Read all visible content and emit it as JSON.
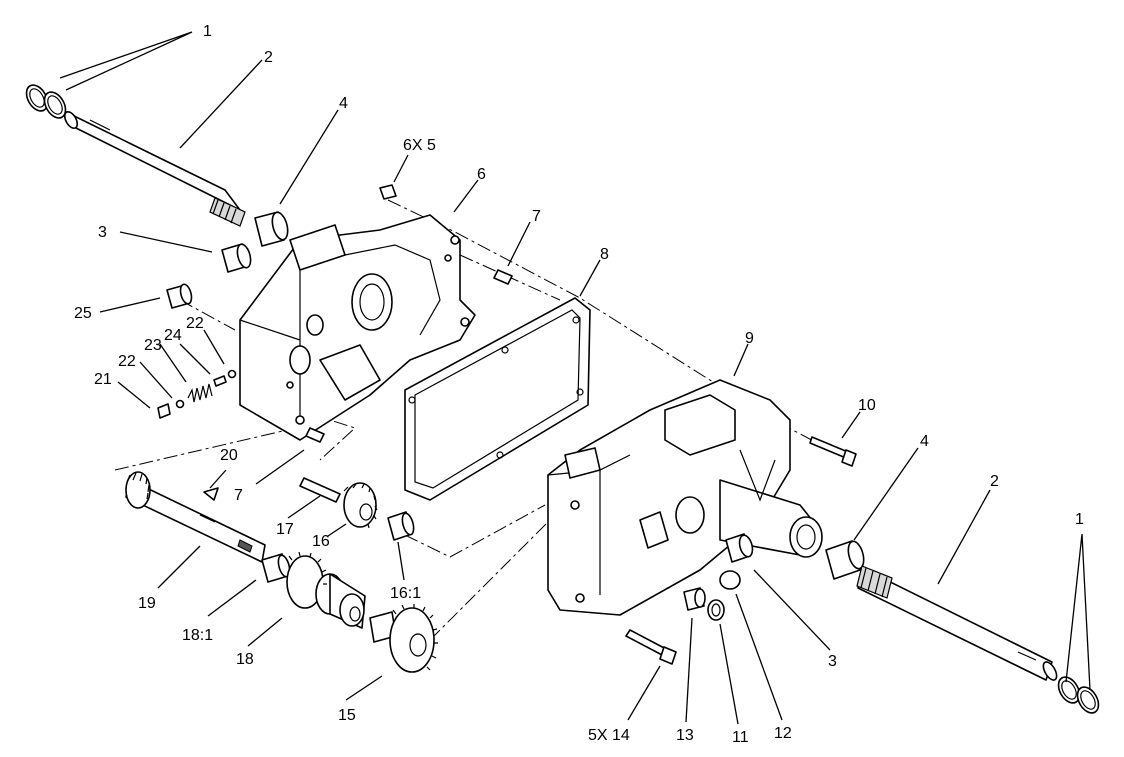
{
  "diagram": {
    "callouts": [
      {
        "id": "c1a",
        "text": "1"
      },
      {
        "id": "c2a",
        "text": "2"
      },
      {
        "id": "c4a",
        "text": "4"
      },
      {
        "id": "c6x5",
        "text": "6X 5"
      },
      {
        "id": "c6",
        "text": "6"
      },
      {
        "id": "c3a",
        "text": "3"
      },
      {
        "id": "c7a",
        "text": "7"
      },
      {
        "id": "c8",
        "text": "8"
      },
      {
        "id": "c25",
        "text": "25"
      },
      {
        "id": "c22a",
        "text": "22"
      },
      {
        "id": "c23",
        "text": "23"
      },
      {
        "id": "c24",
        "text": "24"
      },
      {
        "id": "c22b",
        "text": "22"
      },
      {
        "id": "c21",
        "text": "21"
      },
      {
        "id": "c9",
        "text": "9"
      },
      {
        "id": "c10",
        "text": "10"
      },
      {
        "id": "c4b",
        "text": "4"
      },
      {
        "id": "c2b",
        "text": "2"
      },
      {
        "id": "c20",
        "text": "20"
      },
      {
        "id": "c7b",
        "text": "7"
      },
      {
        "id": "c17",
        "text": "17"
      },
      {
        "id": "c16",
        "text": "16"
      },
      {
        "id": "c16_1",
        "text": "16:1"
      },
      {
        "id": "c19",
        "text": "19"
      },
      {
        "id": "c18_1",
        "text": "18:1"
      },
      {
        "id": "c18",
        "text": "18"
      },
      {
        "id": "c15",
        "text": "15"
      },
      {
        "id": "c1b",
        "text": "1"
      },
      {
        "id": "c3b",
        "text": "3"
      },
      {
        "id": "c5x14",
        "text": "5X 14"
      },
      {
        "id": "c13",
        "text": "13"
      },
      {
        "id": "c11",
        "text": "11"
      },
      {
        "id": "c12",
        "text": "12"
      }
    ]
  }
}
